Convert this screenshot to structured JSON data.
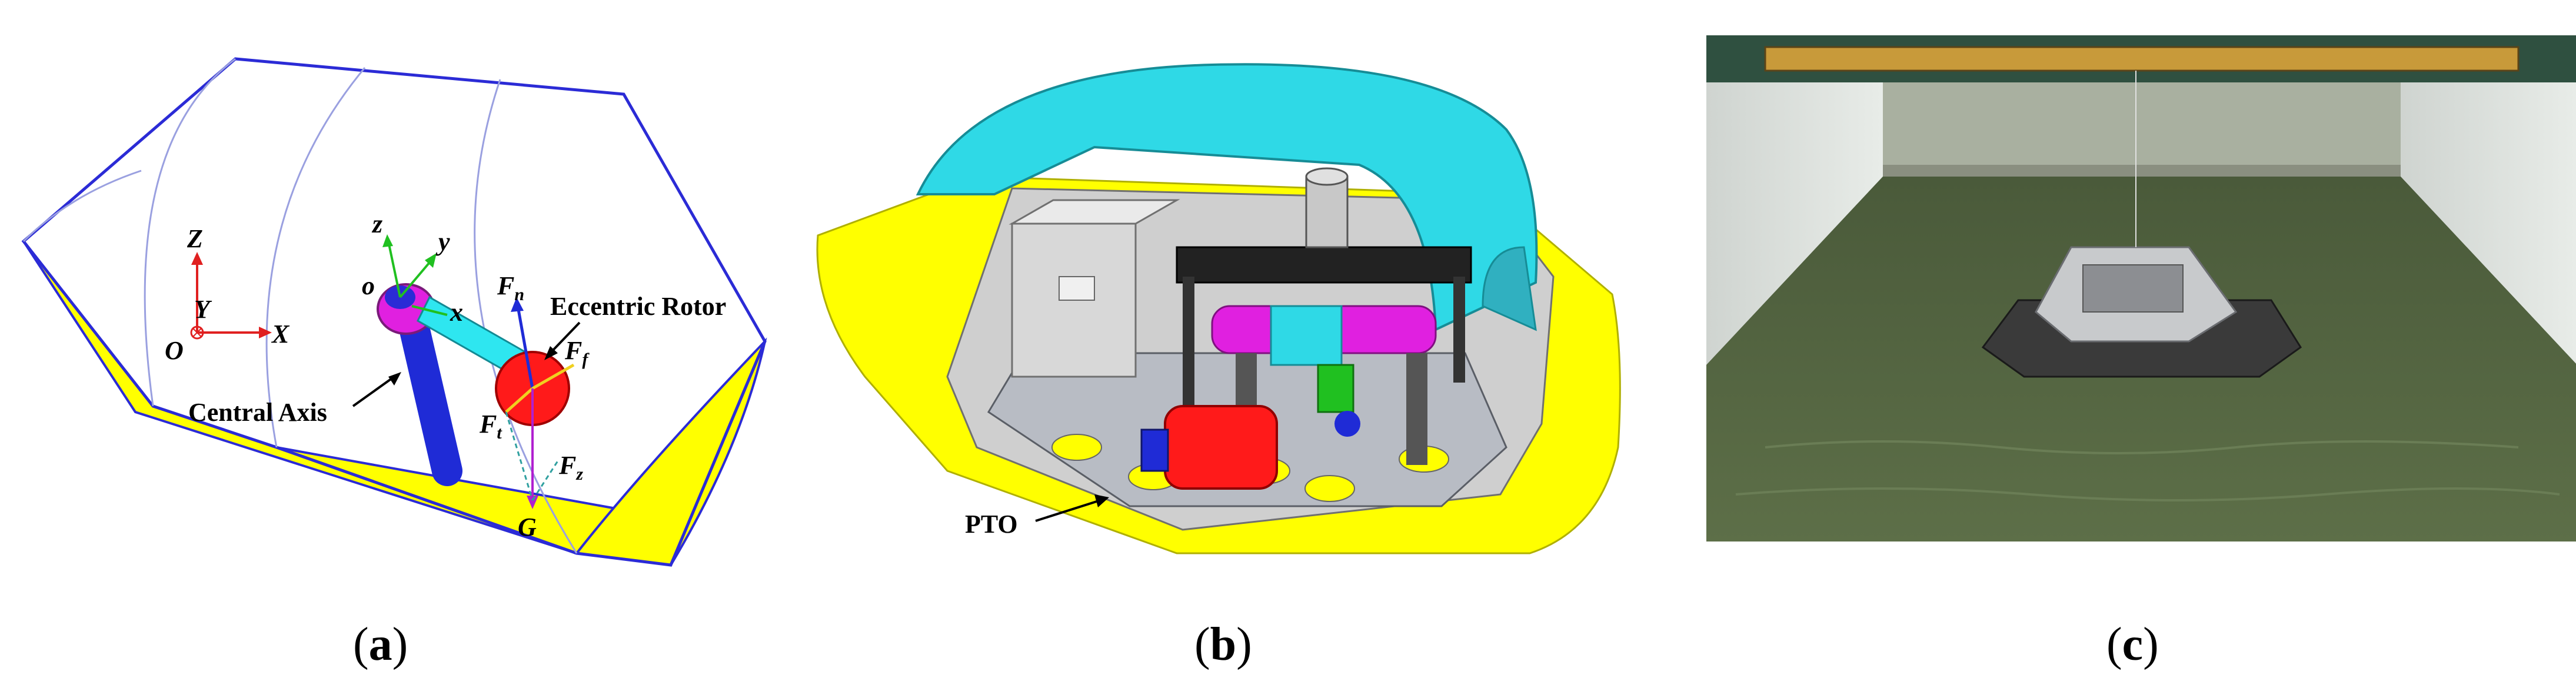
{
  "panels": [
    {
      "id": "a",
      "caption_open": "(",
      "caption_letter": "a",
      "caption_close": ")",
      "labels": {
        "Z": "Z",
        "Y": "Y",
        "O": "O",
        "X": "X",
        "z": "z",
        "y": "y",
        "o": "o",
        "x": "x",
        "Fn_main": "F",
        "Fn_sub": "n",
        "Ff_main": "F",
        "Ff_sub": "f",
        "Ft_main": "F",
        "Ft_sub": "t",
        "Fz_main": "F",
        "Fz_sub": "z",
        "G": "G",
        "eccentric_rotor": "Eccentric Rotor",
        "central_axis": "Central Axis"
      }
    },
    {
      "id": "b",
      "caption_open": "(",
      "caption_letter": "b",
      "caption_close": ")",
      "labels": {
        "pto": "PTO"
      }
    },
    {
      "id": "c",
      "caption_open": "(",
      "caption_letter": "c",
      "caption_close": ")"
    }
  ],
  "colors": {
    "hull_yellow": "#ffff00",
    "hull_outline": "#2b2bd6",
    "canopy_cyan": "#2fd9e6",
    "rotor_red": "#ff1a1a",
    "axis_blue": "#1f2bd6",
    "pivot_magenta": "#e020e0",
    "arm_cyan": "#2ee6f0",
    "water_green": "#556b3f"
  }
}
